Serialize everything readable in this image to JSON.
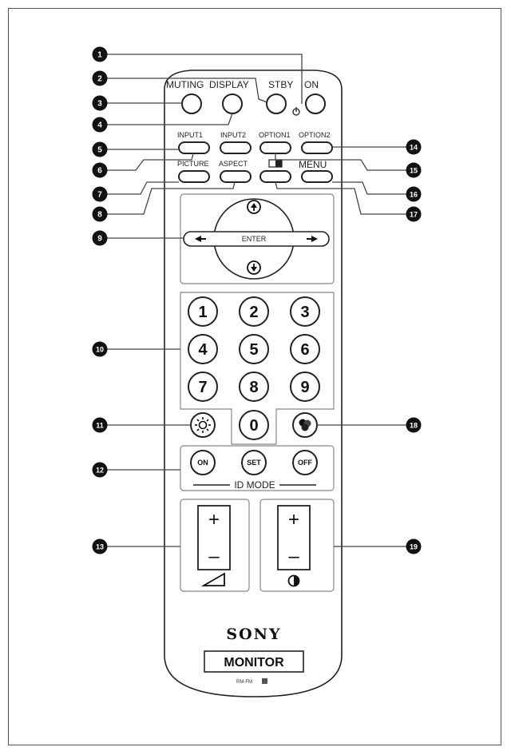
{
  "labels": {
    "muting": "MUTING",
    "display": "DISPLAY",
    "stby": "STBY",
    "on": "ON",
    "input1": "INPUT1",
    "input2": "INPUT2",
    "option1": "OPTION1",
    "option2": "OPTION2",
    "picture": "PICTURE",
    "aspect": "ASPECT",
    "menu": "MENU",
    "enter": "ENTER",
    "id_mode": "ID MODE",
    "id_on": "ON",
    "id_set": "SET",
    "id_off": "OFF"
  },
  "numpad": [
    "1",
    "2",
    "3",
    "4",
    "5",
    "6",
    "7",
    "8",
    "9",
    "0"
  ],
  "callouts": [
    "1",
    "2",
    "3",
    "4",
    "5",
    "6",
    "7",
    "8",
    "9",
    "10",
    "11",
    "12",
    "13",
    "14",
    "15",
    "16",
    "17",
    "18",
    "19"
  ],
  "volume": {
    "plus": "+",
    "minus": "–"
  },
  "contrast": {
    "plus": "+",
    "minus": "–"
  },
  "brand": "SONY",
  "product": "MONITOR",
  "model": "RM-FM"
}
